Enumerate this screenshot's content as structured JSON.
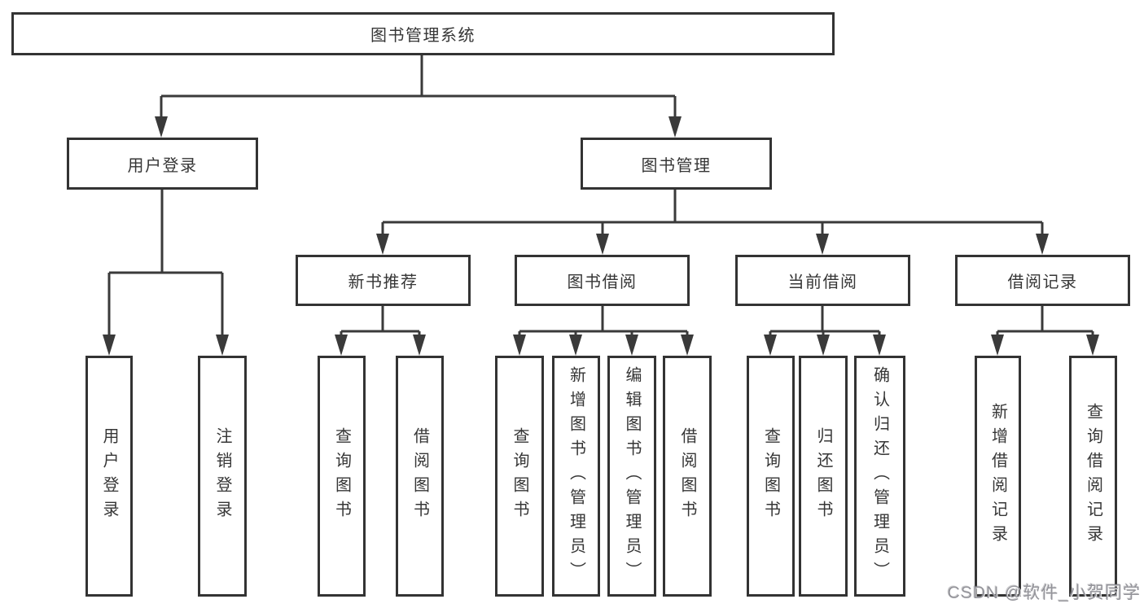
{
  "colors": {
    "background": "#ffffff",
    "line": "#3a3a3a",
    "box_border": "#333333",
    "text": "#363636",
    "watermark": "#94949a"
  },
  "diagram": {
    "root": {
      "label": "图书管理系统"
    },
    "level2": [
      {
        "label": "用户登录"
      },
      {
        "label": "图书管理"
      }
    ],
    "level3": [
      {
        "label": "新书推荐"
      },
      {
        "label": "图书借阅"
      },
      {
        "label": "当前借阅"
      },
      {
        "label": "借阅记录"
      }
    ],
    "level4": {
      "user_login_children": [
        "用户登录",
        "注销登录"
      ],
      "new_book_children": [
        "查询图书",
        "借阅图书"
      ],
      "book_borrow_children": [
        "查询图书",
        "新增图书（管理员）",
        "编辑图书（管理员）",
        "借阅图书"
      ],
      "current_borrow_children": [
        "查询图书",
        "归还图书",
        "确认归还（管理员）"
      ],
      "borrow_record_children": [
        "新增借阅记录",
        "查询借阅记录"
      ]
    }
  },
  "watermark": {
    "text": "CSDN @软件_小贺同学"
  }
}
